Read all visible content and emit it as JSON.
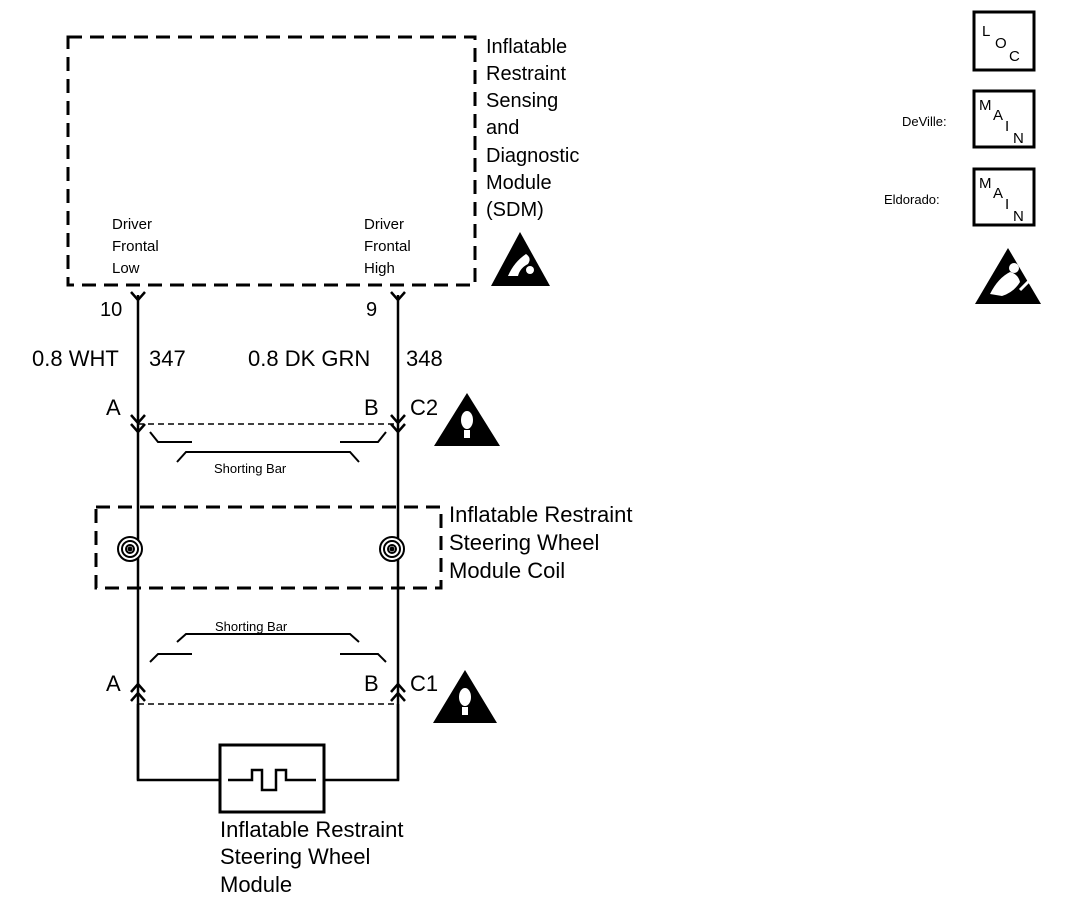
{
  "sdm": {
    "name_lines": [
      "Inflatable",
      "Restraint",
      "Sensing",
      "and",
      "Diagnostic",
      "Module",
      "(SDM)"
    ],
    "left_pin_lines": [
      "Driver",
      "Frontal",
      "Low"
    ],
    "right_pin_lines": [
      "Driver",
      "Frontal",
      "High"
    ],
    "left_pin_number": "10",
    "right_pin_number": "9"
  },
  "wires": {
    "left_size_color": "0.8 WHT",
    "left_circuit": "347",
    "right_size_color": "0.8 DK GRN",
    "right_circuit": "348"
  },
  "connector_c2": {
    "name": "C2",
    "left_terminal": "A",
    "right_terminal": "B",
    "shorting_bar": "Shorting Bar"
  },
  "coil": {
    "name_lines": [
      "Inflatable Restraint",
      "Steering Wheel",
      "Module Coil"
    ]
  },
  "connector_c1": {
    "name": "C1",
    "left_terminal": "A",
    "right_terminal": "B",
    "shorting_bar": "Shorting Bar"
  },
  "module": {
    "name_lines": [
      "Inflatable Restraint",
      "Steering Wheel",
      "Module"
    ]
  },
  "legend": {
    "loc_icon": {
      "l": "L",
      "o": "O",
      "c": "C"
    },
    "main_icon": {
      "m": "M",
      "a": "A",
      "i": "I",
      "n": "N"
    },
    "deville_label": "DeVille:",
    "eldorado_label": "Eldorado:"
  },
  "icons": [
    "esd-warning-icon",
    "caution-warning-icon",
    "airbag-service-icon"
  ],
  "colors": {
    "ink": "#000000",
    "paper": "#ffffff"
  }
}
